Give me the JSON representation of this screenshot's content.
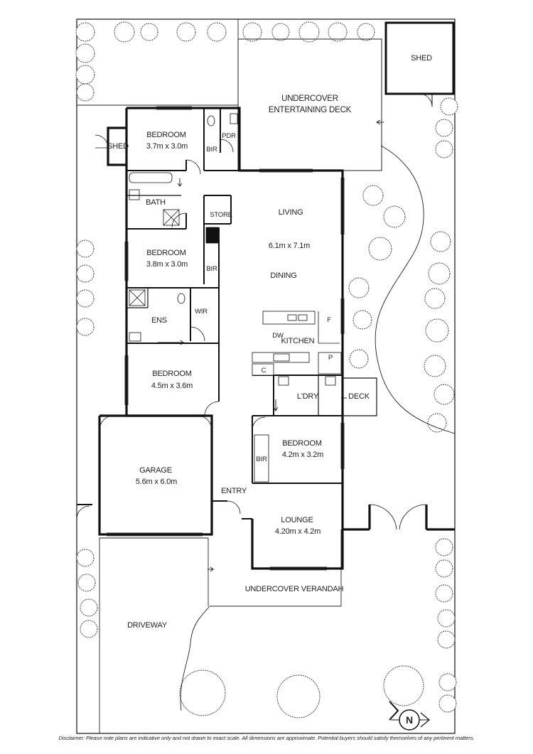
{
  "rooms": {
    "shed_top": {
      "name": "SHED"
    },
    "deck_entertaining": {
      "name": "UNDERCOVER",
      "name2": "ENTERTAINING DECK"
    },
    "bedroom1": {
      "name": "BEDROOM",
      "size": "3.7m x 3.0m"
    },
    "shed_side": {
      "name": "SHED"
    },
    "pdr": {
      "name": "PDR"
    },
    "bir1": {
      "name": "BIR"
    },
    "bath": {
      "name": "BATH"
    },
    "store": {
      "name": "STORE"
    },
    "living": {
      "name": "LIVING",
      "size": "6.1m x 7.1m"
    },
    "bedroom2": {
      "name": "BEDROOM",
      "size": "3.8m x 3.0m"
    },
    "bir2": {
      "name": "BIR"
    },
    "dining": {
      "name": "DINING"
    },
    "ens": {
      "name": "ENS"
    },
    "wir": {
      "name": "WIR"
    },
    "kitchen": {
      "name": "KITCHEN"
    },
    "dw": {
      "name": "DW"
    },
    "fridge": {
      "name": "F"
    },
    "pantry": {
      "name": "P"
    },
    "cupboard": {
      "name": "C"
    },
    "bedroom3": {
      "name": "BEDROOM",
      "size": "4.5m x 3.6m"
    },
    "laundry": {
      "name": "L'DRY"
    },
    "deck_side": {
      "name": "DECK"
    },
    "bedroom4": {
      "name": "BEDROOM",
      "size": "4.2m x 3.2m"
    },
    "bir3": {
      "name": "BIR"
    },
    "garage": {
      "name": "GARAGE",
      "size": "5.6m x 6.0m"
    },
    "entry": {
      "name": "ENTRY"
    },
    "lounge": {
      "name": "LOUNGE",
      "size": "4.20m x 4.2m"
    },
    "verandah": {
      "name": "UNDERCOVER VERANDAH"
    },
    "driveway": {
      "name": "DRIVEWAY"
    }
  },
  "compass": {
    "letter": "N"
  },
  "disclaimer": "Disclaimer: Please note plans are indicative only and not drawn to exact scale. All dimensions are approximate. Potential buyers should satisfy themselves of any pertinent matters."
}
